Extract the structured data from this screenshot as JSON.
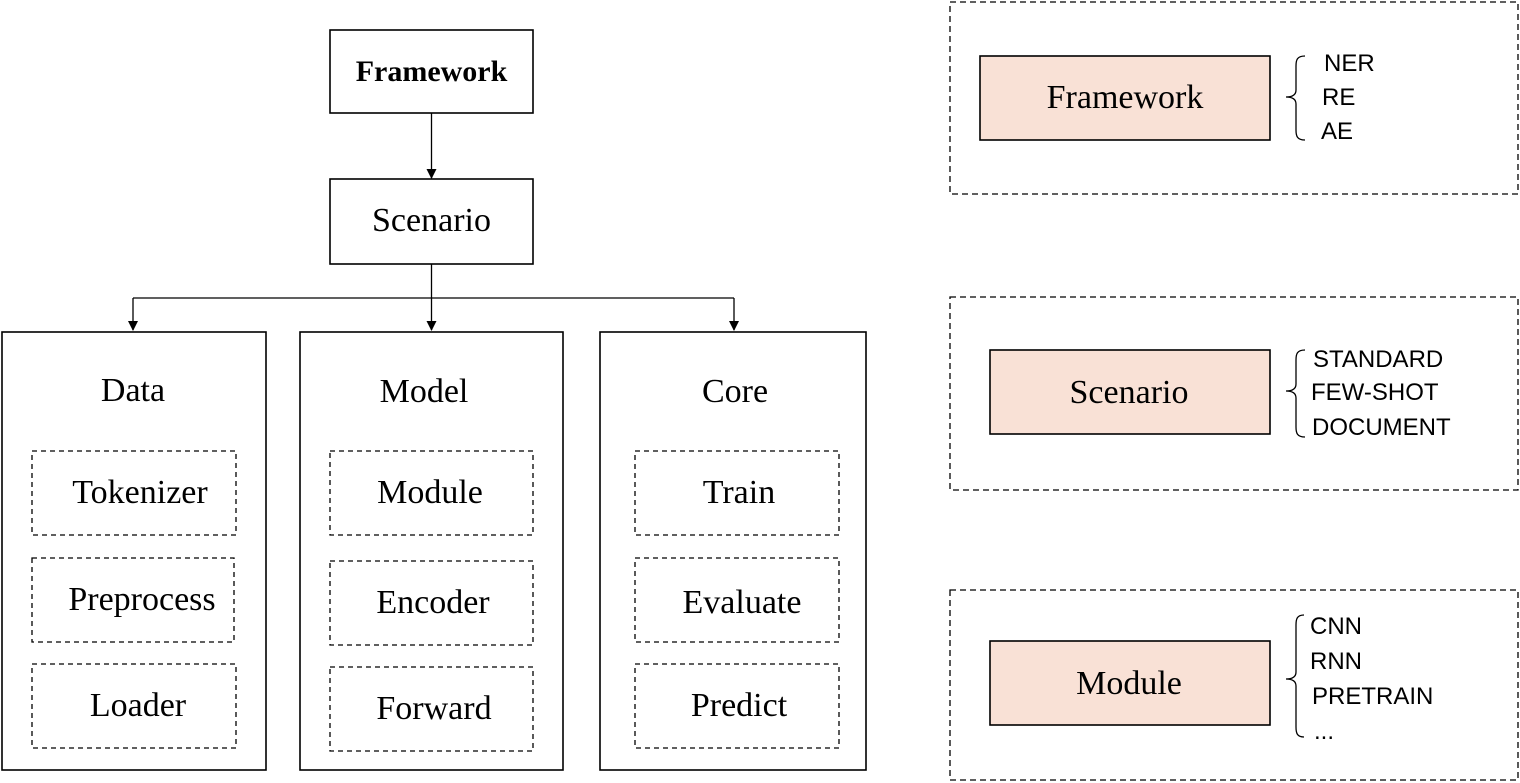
{
  "tree": {
    "root": "Framework",
    "child": "Scenario",
    "columns": [
      {
        "title": "Data",
        "items": [
          "Tokenizer",
          "Preprocess",
          "Loader"
        ]
      },
      {
        "title": "Model",
        "items": [
          "Module",
          "Encoder",
          "Forward"
        ]
      },
      {
        "title": "Core",
        "items": [
          "Train",
          "Evaluate",
          "Predict"
        ]
      }
    ]
  },
  "panels": [
    {
      "label": "Framework",
      "options": [
        "NER",
        "RE",
        "AE"
      ]
    },
    {
      "label": "Scenario",
      "options": [
        "STANDARD",
        "FEW-SHOT",
        "DOCUMENT"
      ]
    },
    {
      "label": "Module",
      "options": [
        "CNN",
        "RNN",
        "PRETRAIN",
        "..."
      ]
    }
  ],
  "colors": {
    "panel_fill": "#f9e1d6",
    "stroke": "#000000",
    "background": "#ffffff"
  }
}
